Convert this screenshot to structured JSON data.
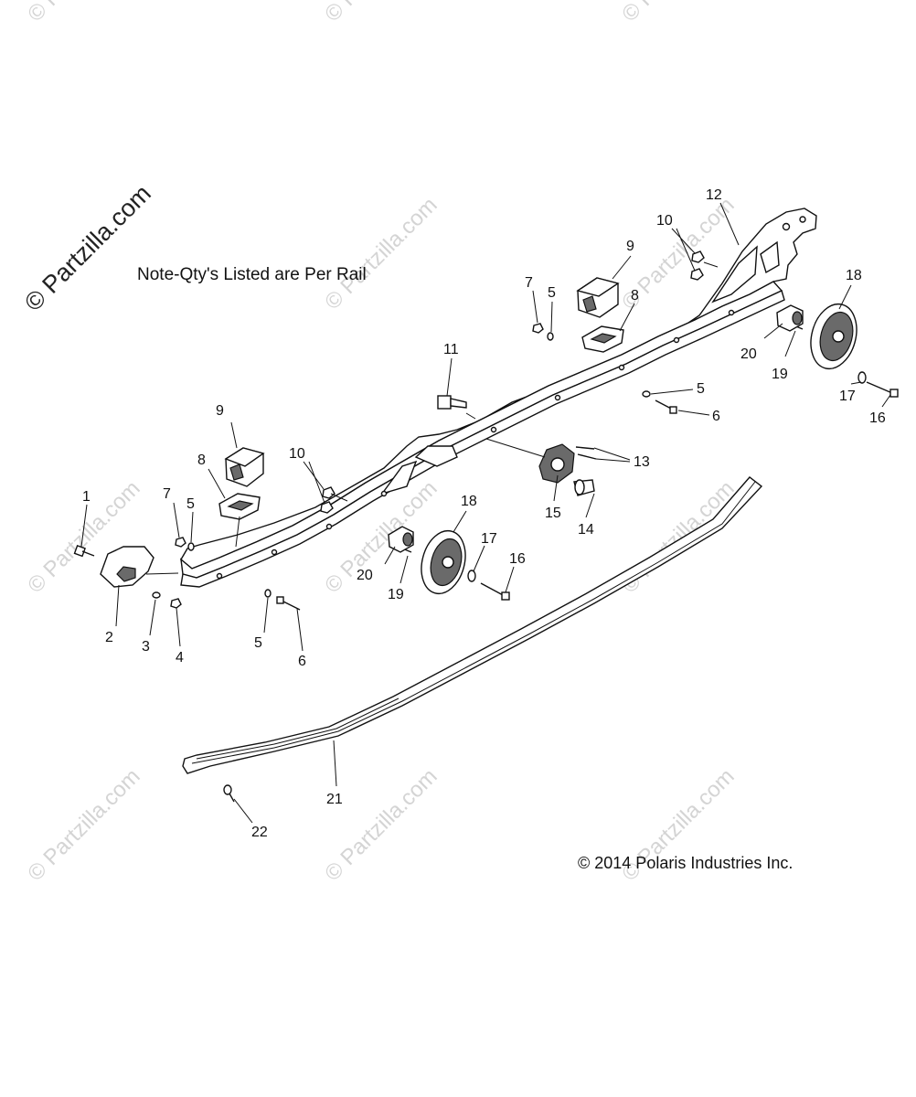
{
  "note": "Note-Qty's Listed are Per Rail",
  "copyright": "© 2014 Polaris Industries Inc.",
  "watermark": "© Partzilla.com",
  "callouts": {
    "c1": "1",
    "c2": "2",
    "c3": "3",
    "c4": "4",
    "c5a": "5",
    "c5b": "5",
    "c5c": "5",
    "c5d": "5",
    "c6a": "6",
    "c6b": "6",
    "c7a": "7",
    "c7b": "7",
    "c8a": "8",
    "c8b": "8",
    "c9a": "9",
    "c9b": "9",
    "c10a": "10",
    "c10b": "10",
    "c11": "11",
    "c12": "12",
    "c13": "13",
    "c14": "14",
    "c15": "15",
    "c16a": "16",
    "c16b": "16",
    "c17a": "17",
    "c17b": "17",
    "c18a": "18",
    "c18b": "18",
    "c19a": "19",
    "c19b": "19",
    "c20a": "20",
    "c20b": "20",
    "c21": "21",
    "c22": "22"
  }
}
